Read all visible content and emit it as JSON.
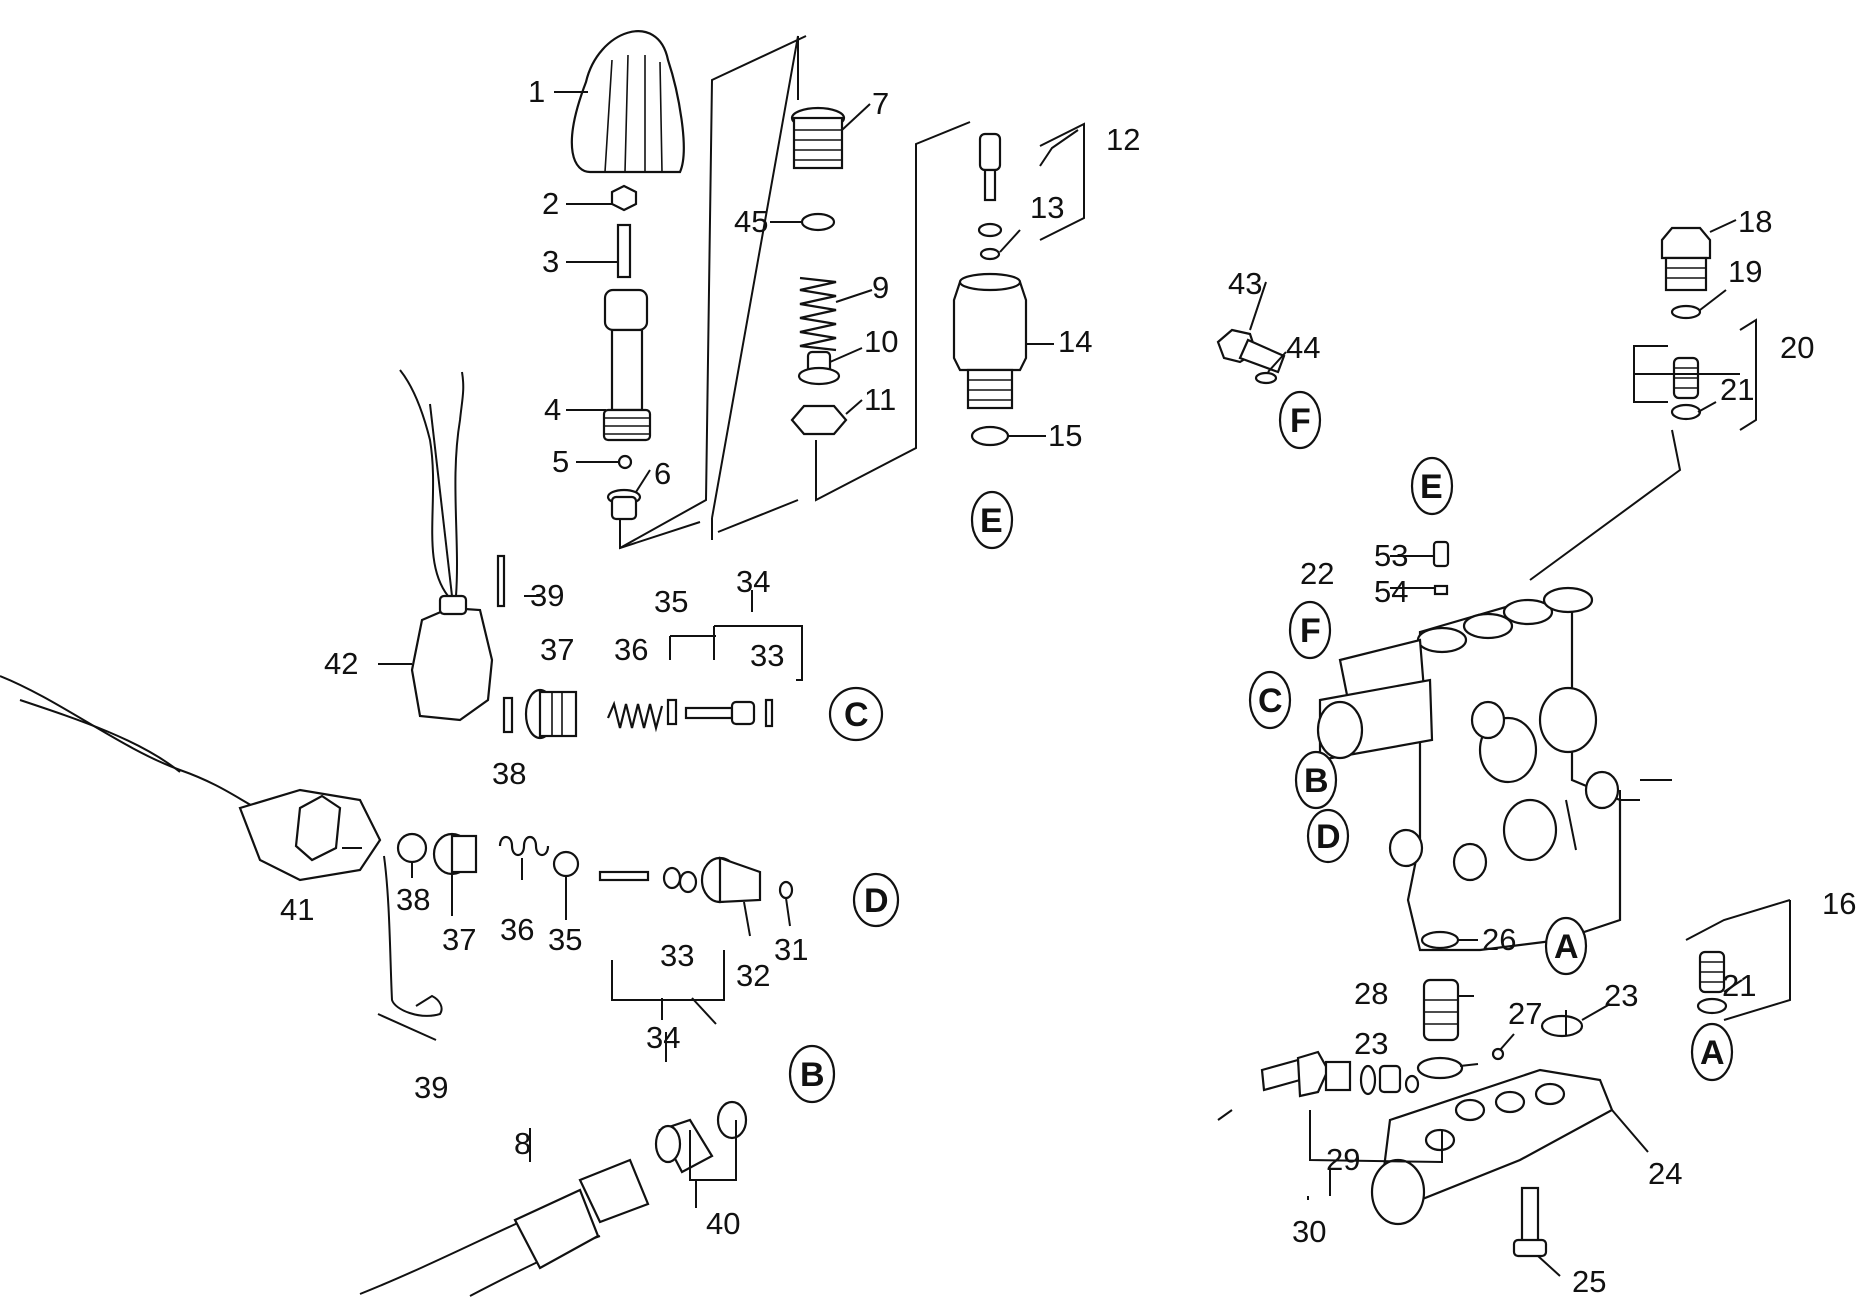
{
  "diagram": {
    "labels": [
      "1",
      "2",
      "3",
      "4",
      "5",
      "6",
      "7",
      "45",
      "9",
      "10",
      "11",
      "12",
      "13",
      "14",
      "15",
      "18",
      "19",
      "20",
      "21",
      "43",
      "44",
      "22",
      "53",
      "54",
      "16",
      "21",
      "26",
      "23",
      "28",
      "27",
      "23",
      "29",
      "30",
      "24",
      "25",
      "39",
      "42",
      "37",
      "36",
      "35",
      "34",
      "33",
      "38",
      "41",
      "38",
      "37",
      "36",
      "35",
      "33",
      "34",
      "32",
      "31",
      "39",
      "8",
      "40"
    ],
    "connectors": [
      "E",
      "E",
      "F",
      "F",
      "C",
      "C",
      "B",
      "B",
      "D",
      "D",
      "A",
      "A"
    ]
  }
}
